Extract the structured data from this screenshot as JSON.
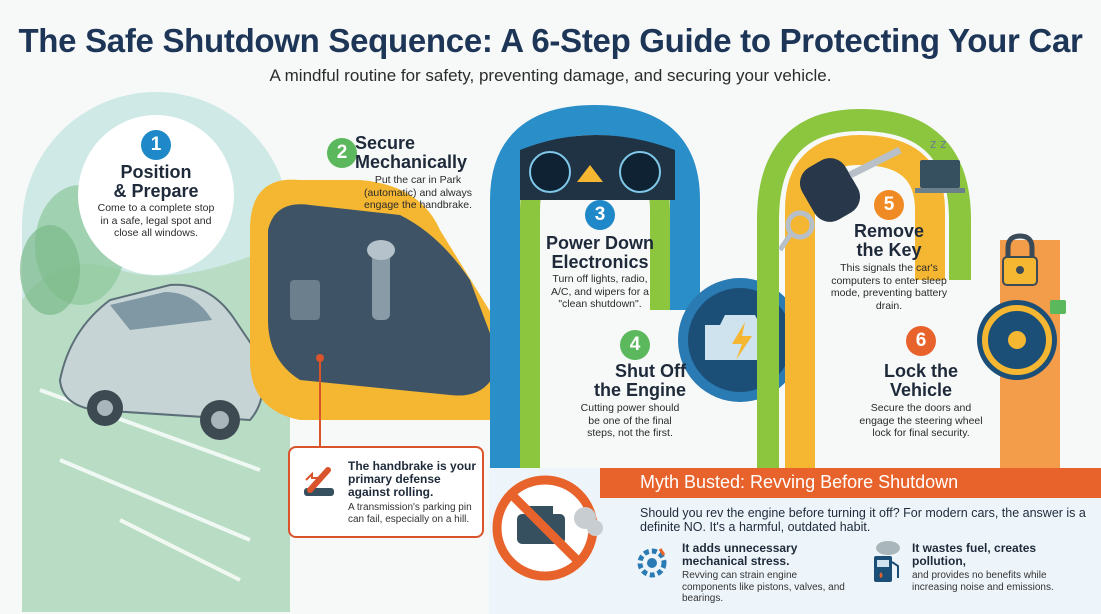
{
  "header": {
    "title": "The Safe Shutdown Sequence: A 6-Step Guide to Protecting Your Car",
    "subtitle": "A mindful routine for safety, preventing damage, and securing your vehicle."
  },
  "steps": [
    {
      "number": "1",
      "title_line1": "Position",
      "title_line2": "& Prepare",
      "desc": "Come to a complete stop in a safe, legal spot and close all windows.",
      "color": "#1e88c8"
    },
    {
      "number": "2",
      "title_line1": "Secure",
      "title_line2": "Mechanically",
      "desc": "Put the car in Park (automatic) and always engage the handbrake.",
      "color": "#5cb85c"
    },
    {
      "number": "3",
      "title_line1": "Power Down",
      "title_line2": "Electronics",
      "desc": "Turn off lights, radio, A/C, and wipers for a \"clean shutdown\".",
      "color": "#1e88c8"
    },
    {
      "number": "4",
      "title_line1": "Shut Off",
      "title_line2": "the Engine",
      "desc": "Cutting power should be one of the final steps, not the first.",
      "color": "#5cb85c"
    },
    {
      "number": "5",
      "title_line1": "Remove",
      "title_line2": "the Key",
      "desc": "This signals the car's computers to enter sleep mode, preventing battery drain.",
      "color": "#f08a24"
    },
    {
      "number": "6",
      "title_line1": "Lock the",
      "title_line2": "Vehicle",
      "desc": "Secure the doors and engage the steering wheel lock for final security.",
      "color": "#e8632b"
    }
  ],
  "callout": {
    "bold": "The handbrake is your primary defense against rolling.",
    "small": "A transmission's parking pin can fail, especially on a hill."
  },
  "myth": {
    "title": "Myth Busted: Revving Before Shutdown",
    "question": "Should you rev the engine before turning it off? For modern cars, the answer is a definite NO. It's a harmful, outdated habit.",
    "points": [
      {
        "title": "It adds unnecessary mechanical stress.",
        "desc": "Revving can strain engine components like pistons, valves, and bearings."
      },
      {
        "title": "It wastes fuel, creates pollution,",
        "desc": "and provides no benefits while increasing noise and emissions."
      }
    ]
  },
  "icons": [
    "car-illustration",
    "gear-shifter-illustration",
    "dashboard-gauges-illustration",
    "engine-warning-icon",
    "car-key-icon",
    "laptop-sleep-icon",
    "padlock-icon",
    "steering-wheel-icon",
    "handbrake-icon",
    "no-revving-icon",
    "gear-icon",
    "fuel-pump-icon"
  ]
}
